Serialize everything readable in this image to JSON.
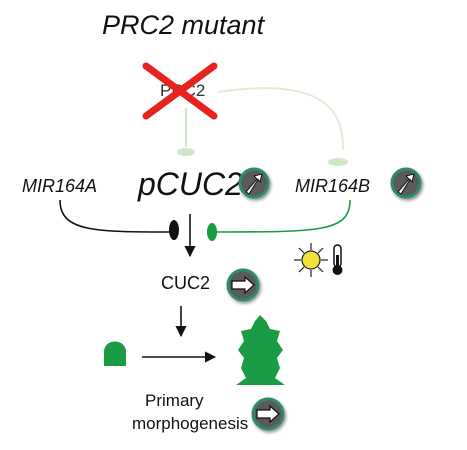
{
  "title": "PRC2 mutant",
  "prc2_label": "PRC2",
  "mir164a_label": "MIR164A",
  "pcuc2_label": "pCUC2",
  "mir164b_label": "MIR164B",
  "cuc2_label": "CUC2",
  "morpho_line1": "Primary",
  "morpho_line2": "morphogenesis",
  "colors": {
    "green": "#1a9c45",
    "light_green": "#c9e6c0",
    "cross_red": "#e8231f",
    "badge_ring": "#2f8a6c",
    "badge_fill": "#5a5a5a",
    "sun": "#f3e13a"
  },
  "icons": [
    "cross-icon",
    "up-arrow-badge-icon",
    "right-arrow-badge-icon",
    "sun-icon",
    "thermometer-icon",
    "primordium-icon",
    "organ-icon"
  ]
}
